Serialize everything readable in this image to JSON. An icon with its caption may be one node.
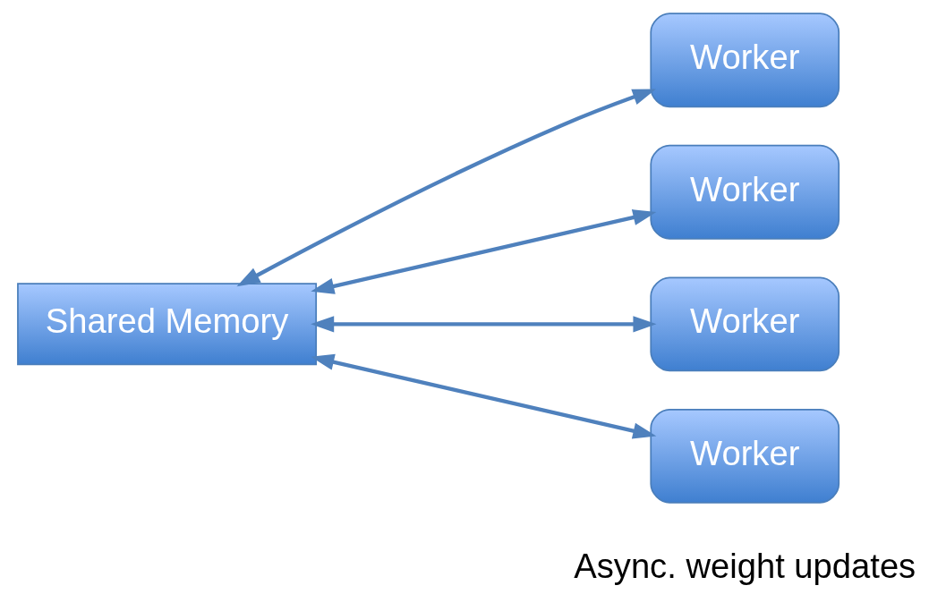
{
  "diagram": {
    "nodes": [
      {
        "text": [
          "Shared Memory"
        ]
      },
      {
        "text": [
          "Worker"
        ]
      },
      {
        "text": [
          "Worker"
        ]
      },
      {
        "text": [
          "Worker"
        ]
      },
      {
        "text": [
          "Worker"
        ]
      }
    ],
    "edges": [
      {
        "from": 0,
        "to": 1,
        "arrow": "both"
      },
      {
        "from": 0,
        "to": 2,
        "arrow": "both"
      },
      {
        "from": 0,
        "to": 3,
        "arrow": "both"
      },
      {
        "from": 0,
        "to": 4,
        "arrow": "both"
      }
    ],
    "labels": [
      "Async. weight updates"
    ]
  }
}
